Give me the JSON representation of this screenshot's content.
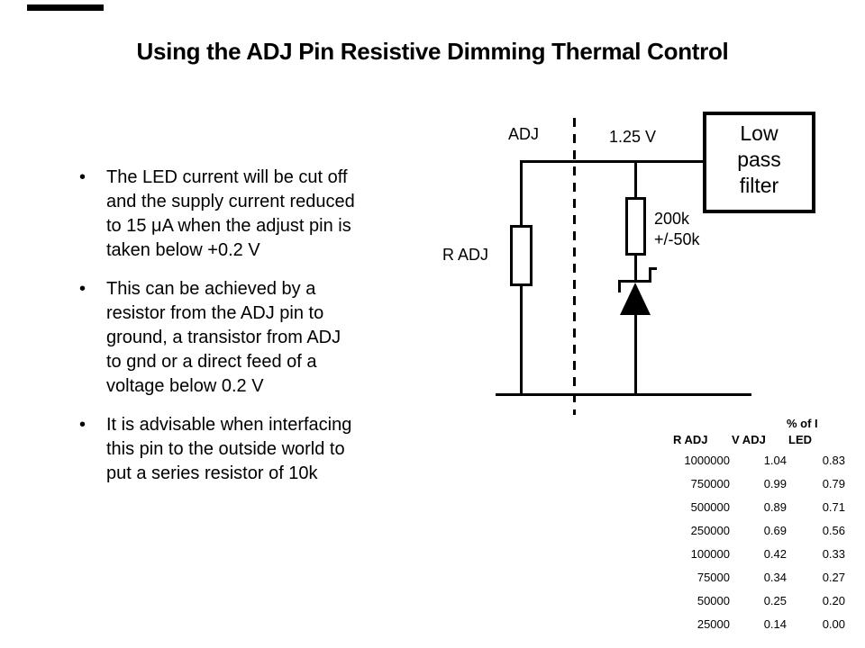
{
  "colors": {
    "foreground": "#000000",
    "background": "#ffffff"
  },
  "bullet_char": "•",
  "title": "Using the ADJ Pin Resistive Dimming Thermal Control",
  "bullets": [
    {
      "lines": [
        "The LED current will be cut off",
        "and the supply current reduced",
        "to 15 μA when the adjust pin is",
        "taken below +0.2 V"
      ]
    },
    {
      "lines": [
        "This can be achieved by a",
        "resistor from the ADJ pin to",
        "ground, a transistor from ADJ",
        "to gnd or a direct feed of a",
        "voltage below 0.2 V"
      ]
    },
    {
      "lines": [
        "It is advisable when interfacing",
        "this pin to the outside world to",
        "put a series resistor of 10k"
      ]
    }
  ],
  "circuit": {
    "adj_label": "ADJ",
    "voltage_label": "1.25 V",
    "r_adj_label": "R ADJ",
    "resistor_value": "200k",
    "resistor_tolerance": "+/-50k",
    "low_pass_filter_lines": [
      "Low",
      "pass",
      "filter"
    ]
  },
  "table": {
    "header_col1": "R ADJ",
    "header_col2": "V ADJ",
    "header_col3_line1": "% of I",
    "header_col3_line2": "LED",
    "rows": [
      [
        "1000000",
        "1.04",
        "0.83"
      ],
      [
        "750000",
        "0.99",
        "0.79"
      ],
      [
        "500000",
        "0.89",
        "0.71"
      ],
      [
        "250000",
        "0.69",
        "0.56"
      ],
      [
        "100000",
        "0.42",
        "0.33"
      ],
      [
        "75000",
        "0.34",
        "0.27"
      ],
      [
        "50000",
        "0.25",
        "0.20"
      ],
      [
        "25000",
        "0.14",
        "0.00"
      ]
    ]
  },
  "chart_data": {
    "type": "table",
    "columns": [
      "R ADJ",
      "V ADJ",
      "% of I LED"
    ],
    "rows": [
      [
        1000000,
        1.04,
        0.83
      ],
      [
        750000,
        0.99,
        0.79
      ],
      [
        500000,
        0.89,
        0.71
      ],
      [
        250000,
        0.69,
        0.56
      ],
      [
        100000,
        0.42,
        0.33
      ],
      [
        75000,
        0.34,
        0.27
      ],
      [
        50000,
        0.25,
        0.2
      ],
      [
        25000,
        0.14,
        0.0
      ]
    ]
  }
}
